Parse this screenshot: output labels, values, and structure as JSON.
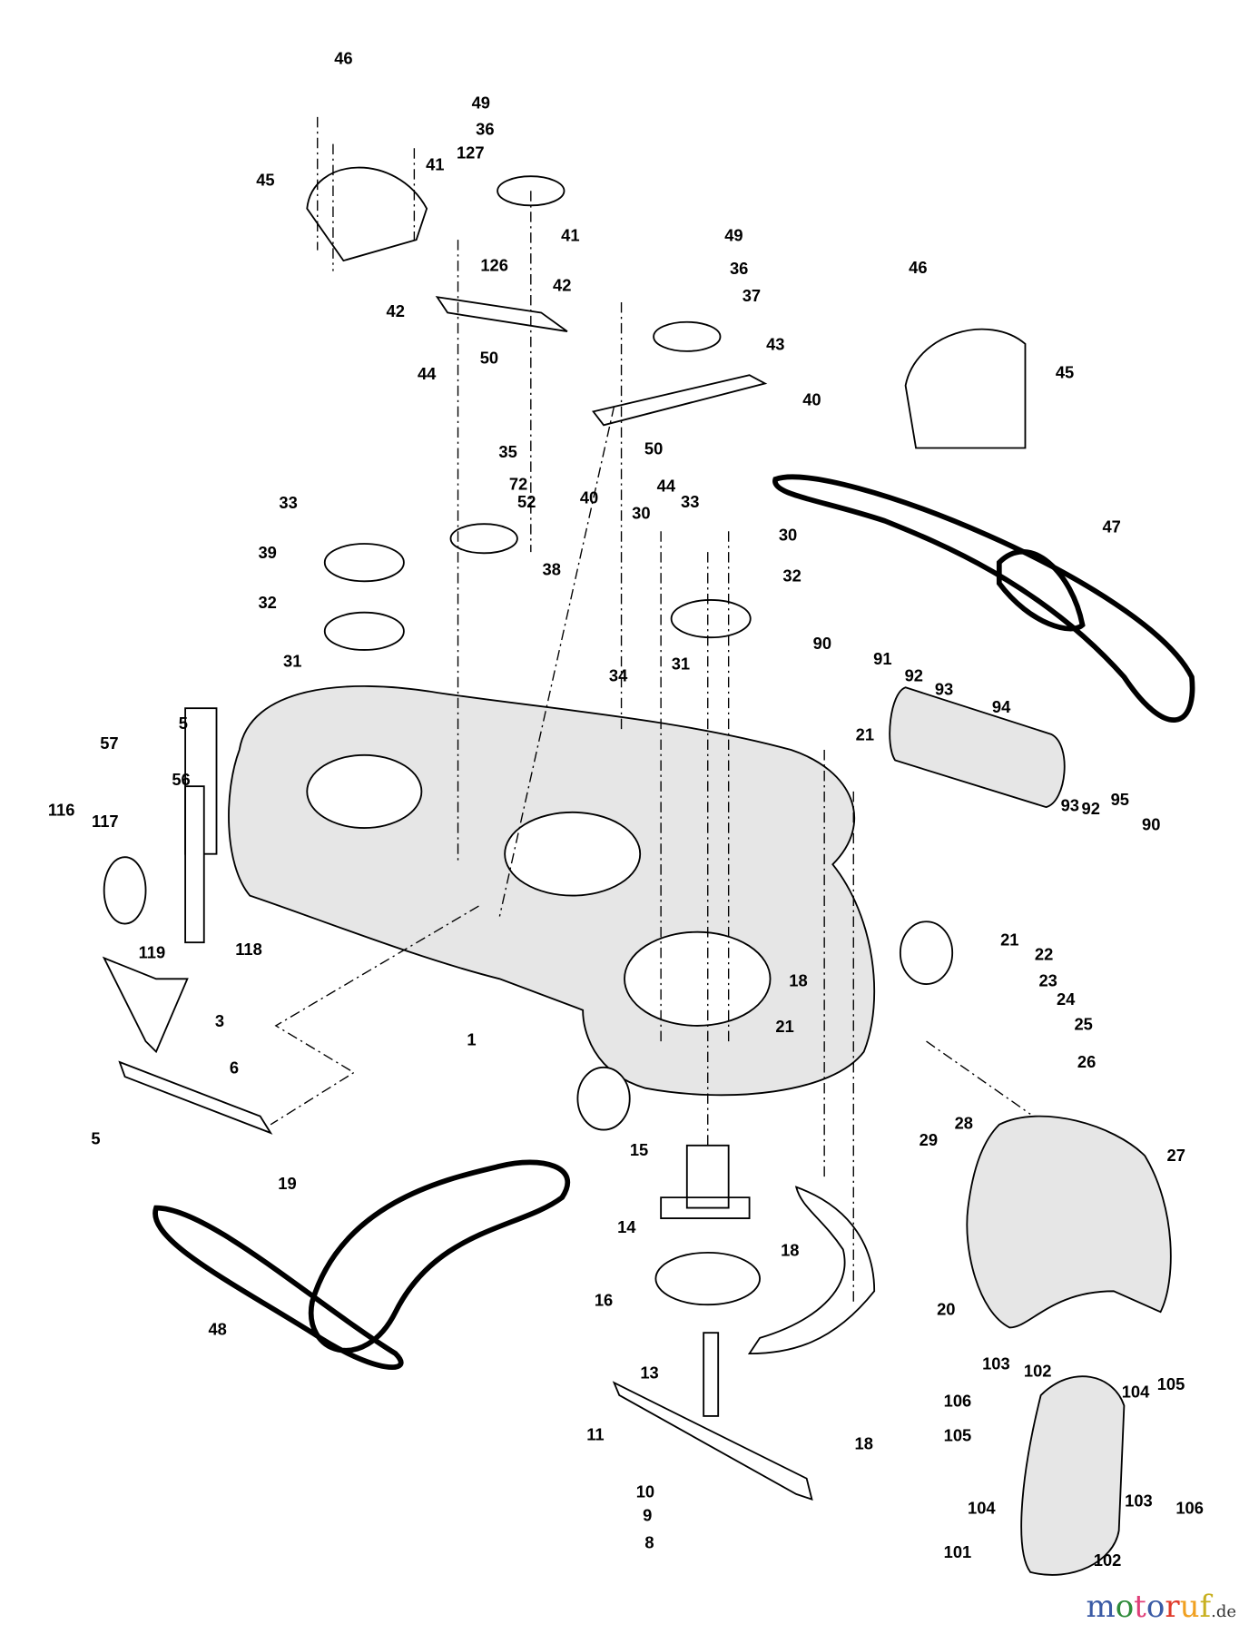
{
  "diagram": {
    "title": "Mower deck exploded parts diagram",
    "callouts": [
      "46",
      "49",
      "36",
      "127",
      "41",
      "45",
      "126",
      "42",
      "44",
      "50",
      "41",
      "49",
      "36",
      "37",
      "42",
      "43",
      "40",
      "46",
      "45",
      "50",
      "44",
      "35",
      "72",
      "52",
      "40",
      "33",
      "39",
      "38",
      "33",
      "30",
      "30",
      "32",
      "32",
      "31",
      "31",
      "34",
      "47",
      "90",
      "91",
      "92",
      "93",
      "94",
      "21",
      "93",
      "92",
      "95",
      "90",
      "5",
      "57",
      "56",
      "116",
      "117",
      "119",
      "118",
      "3",
      "6",
      "5",
      "1",
      "18",
      "21",
      "21",
      "22",
      "23",
      "24",
      "25",
      "26",
      "28",
      "29",
      "27",
      "19",
      "15",
      "14",
      "16",
      "18",
      "20",
      "48",
      "13",
      "11",
      "18",
      "10",
      "9",
      "8",
      "103",
      "102",
      "106",
      "105",
      "104",
      "105",
      "104",
      "103",
      "106",
      "101",
      "102"
    ]
  },
  "watermark": {
    "brand": "motoruf",
    "tld": ".de",
    "letter_colors": [
      "#3b5ba5",
      "#2e8b3a",
      "#e0407a",
      "#3b5ba5",
      "#e03a2a",
      "#f0a020",
      "#c8b020"
    ]
  }
}
